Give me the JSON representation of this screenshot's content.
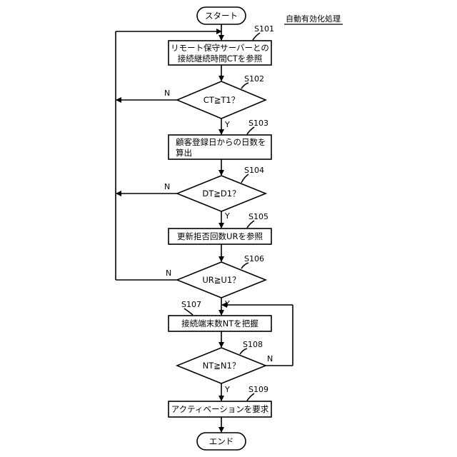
{
  "title": "自動有効化処理",
  "start": "スタート",
  "end": "エンド",
  "steps": {
    "s101": {
      "id": "S101",
      "line1": "リモート保守サーバーとの",
      "line2": "接続継続時間CTを参照"
    },
    "s102": {
      "id": "S102",
      "text": "CT≧T1？"
    },
    "s103": {
      "id": "S103",
      "line1": "顧客登録日からの日数を",
      "line2": "算出"
    },
    "s104": {
      "id": "S104",
      "text": "DT≧D1？"
    },
    "s105": {
      "id": "S105",
      "text": "更新拒否回数URを参照"
    },
    "s106": {
      "id": "S106",
      "text": "UR≧U1？"
    },
    "s107": {
      "id": "S107",
      "text": "接続端末数NTを把握"
    },
    "s108": {
      "id": "S108",
      "text": "NT≧N1？"
    },
    "s109": {
      "id": "S109",
      "text": "アクティベーションを要求"
    }
  },
  "branch": {
    "yes": "Y",
    "no": "N"
  }
}
